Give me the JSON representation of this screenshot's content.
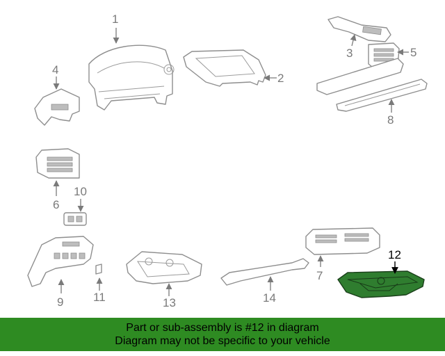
{
  "callouts": {
    "c1": "1",
    "c2": "2",
    "c3": "3",
    "c4": "4",
    "c5": "5",
    "c6": "6",
    "c7": "7",
    "c8": "8",
    "c9": "9",
    "c10": "10",
    "c11": "11",
    "c12": "12",
    "c13": "13",
    "c14": "14"
  },
  "highlighted_part": "12",
  "colors": {
    "highlight": "#2f7d2f",
    "banner": "#2e8b22",
    "line": "#8e8e8e"
  },
  "banner": {
    "line1": "Part or sub-assembly is #12 in diagram",
    "line2": "Diagram may not be specific to your vehicle"
  }
}
